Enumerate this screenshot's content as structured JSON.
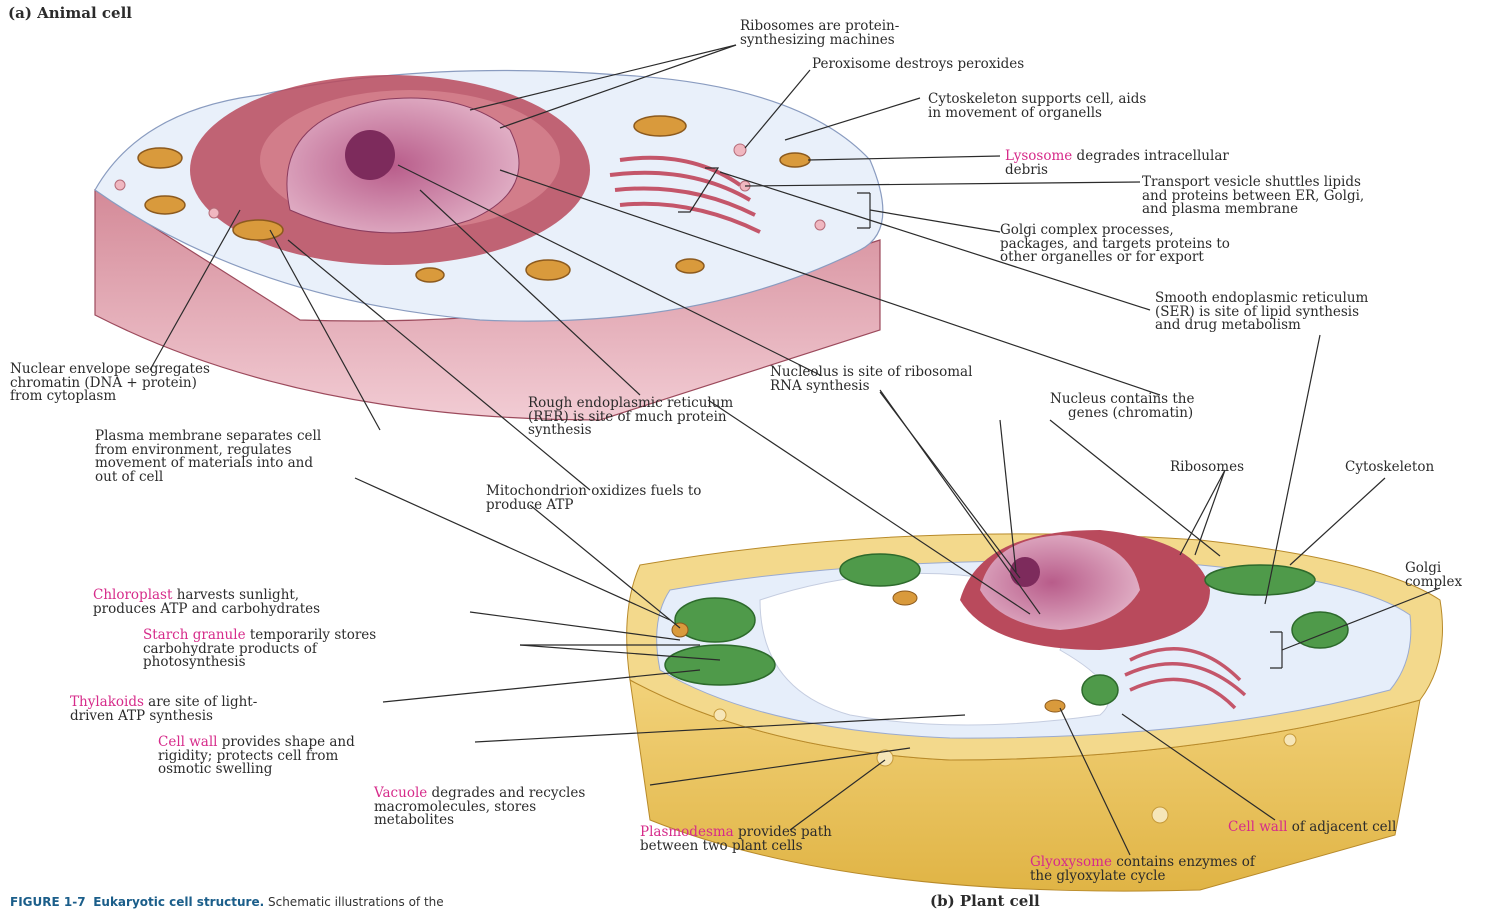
{
  "panels": {
    "a": "(a) Animal cell",
    "b": "(b) Plant cell"
  },
  "caption": {
    "number": "FIGURE 1-7",
    "title": "Eukaryotic cell structure.",
    "text": "Schematic illustrations of the"
  },
  "animal_labels": {
    "ribosomes": [
      "Ribosomes are protein-",
      "synthesizing machines"
    ],
    "peroxisome": [
      "Peroxisome destroys peroxides"
    ],
    "cytoskeleton": [
      "Cytoskeleton supports cell, aids",
      "in movement of organells"
    ],
    "lysosome": {
      "term": "Lysosome",
      "rest": " degrades intracellular",
      "line2": "debris"
    },
    "transport_vesicle": [
      "Transport vesicle shuttles lipids",
      "and proteins between ER, Golgi,",
      "and plasma membrane"
    ],
    "golgi": [
      "Golgi complex processes,",
      "packages, and targets proteins to",
      "other organelles or for export"
    ],
    "ser": [
      "Smooth endoplasmic reticulum",
      "(SER) is site of lipid synthesis",
      "and drug metabolism"
    ],
    "nuclear_envelope": [
      "Nuclear envelope segregates",
      "chromatin (DNA + protein)",
      "from cytoplasm"
    ],
    "nucleolus": [
      "Nucleolus is site of ribosomal",
      "RNA synthesis"
    ],
    "rer": [
      "Rough endoplasmic reticulum",
      "(RER) is site of much protein",
      "synthesis"
    ],
    "nucleus": [
      "Nucleus contains the",
      "genes (chromatin)"
    ],
    "plasma_membrane": [
      "Plasma membrane separates cell",
      "from environment, regulates",
      "movement of materials into and",
      "out of cell"
    ],
    "mitochondrion": [
      "Mitochondrion oxidizes fuels to",
      "produce ATP"
    ]
  },
  "plant_labels": {
    "ribosomes": "Ribosomes",
    "cytoskeleton": "Cytoskeleton",
    "golgi": [
      "Golgi",
      "complex"
    ],
    "chloroplast": {
      "term": "Chloroplast",
      "rest": " harvests sunlight,",
      "line2": "produces ATP and carbohydrates"
    },
    "starch": {
      "term": "Starch granule",
      "rest": " temporarily stores",
      "line2": "carbohydrate products of",
      "line3": "photosynthesis"
    },
    "thylakoids": {
      "term": "Thylakoids",
      "rest": " are site of light-",
      "line2": "driven ATP synthesis"
    },
    "cell_wall": {
      "term": "Cell wall",
      "rest": " provides shape and",
      "line2": "rigidity; protects cell from",
      "line3": "osmotic swelling"
    },
    "vacuole": {
      "term": "Vacuole",
      "rest": " degrades and recycles",
      "line2": "macromolecules, stores",
      "line3": "metabolites"
    },
    "plasmodesma": {
      "term": "Plasmodesma",
      "rest": " provides path",
      "line2": "between two plant cells"
    },
    "cell_wall_adjacent": {
      "term": "Cell wall",
      "rest": " of adjacent cell"
    },
    "glyoxysome": {
      "term": "Glyoxysome",
      "rest": " contains enzymes of",
      "line2": "the glyoxylate cycle"
    }
  },
  "colors": {
    "highlight": "#d62b8a",
    "cell_pink": "#c9687c",
    "wall_yellow": "#e8c45a",
    "chloroplast_green": "#4f9a4a"
  }
}
